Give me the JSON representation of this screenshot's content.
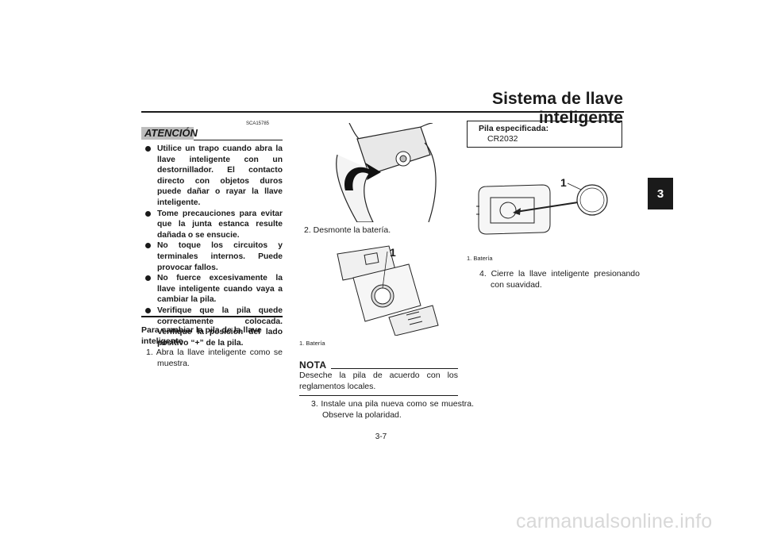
{
  "header": {
    "title": "Sistema de llave inteligente",
    "chapter_tab": "3"
  },
  "warning": {
    "code": "SCA15785",
    "label": "ATENCIÓN",
    "items": [
      "Utilice un trapo cuando abra la llave inteligente con un destornillador. El contacto directo con objetos duros puede dañar o rayar la llave inteligente.",
      "Tome precauciones para evitar que la junta estanca resulte dañada o se ensucie.",
      "No toque los circuitos y terminales internos. Puede provocar fallos.",
      "No fuerce excesivamente la llave inteligente cuando vaya a cambiar la pila.",
      "Verifique que la pila quede correctamente colocada. Verifique la posición del lado positivo “+” de la pila."
    ]
  },
  "procedure": {
    "heading": "Para cambiar la pila de la llave inteligente",
    "steps": [
      "1. Abra la llave inteligente como se muestra.",
      "2. Desmonte la batería.",
      "3. Instale una pila nueva como se muestra. Observe la polaridad.",
      "4. Cierre la llave inteligente presionando con suavidad."
    ]
  },
  "figures": {
    "fig2_callout": "1",
    "fig2_caption": "1. Batería",
    "fig3_callout": "1",
    "fig3_caption": "1. Batería"
  },
  "note": {
    "label": "NOTA",
    "text": "Deseche la pila de acuerdo con los reglamentos locales."
  },
  "spec": {
    "label": "Pila especificada:",
    "value": "CR2032"
  },
  "footer": {
    "page": "3-7"
  },
  "watermark": "carmanualsonline.info"
}
